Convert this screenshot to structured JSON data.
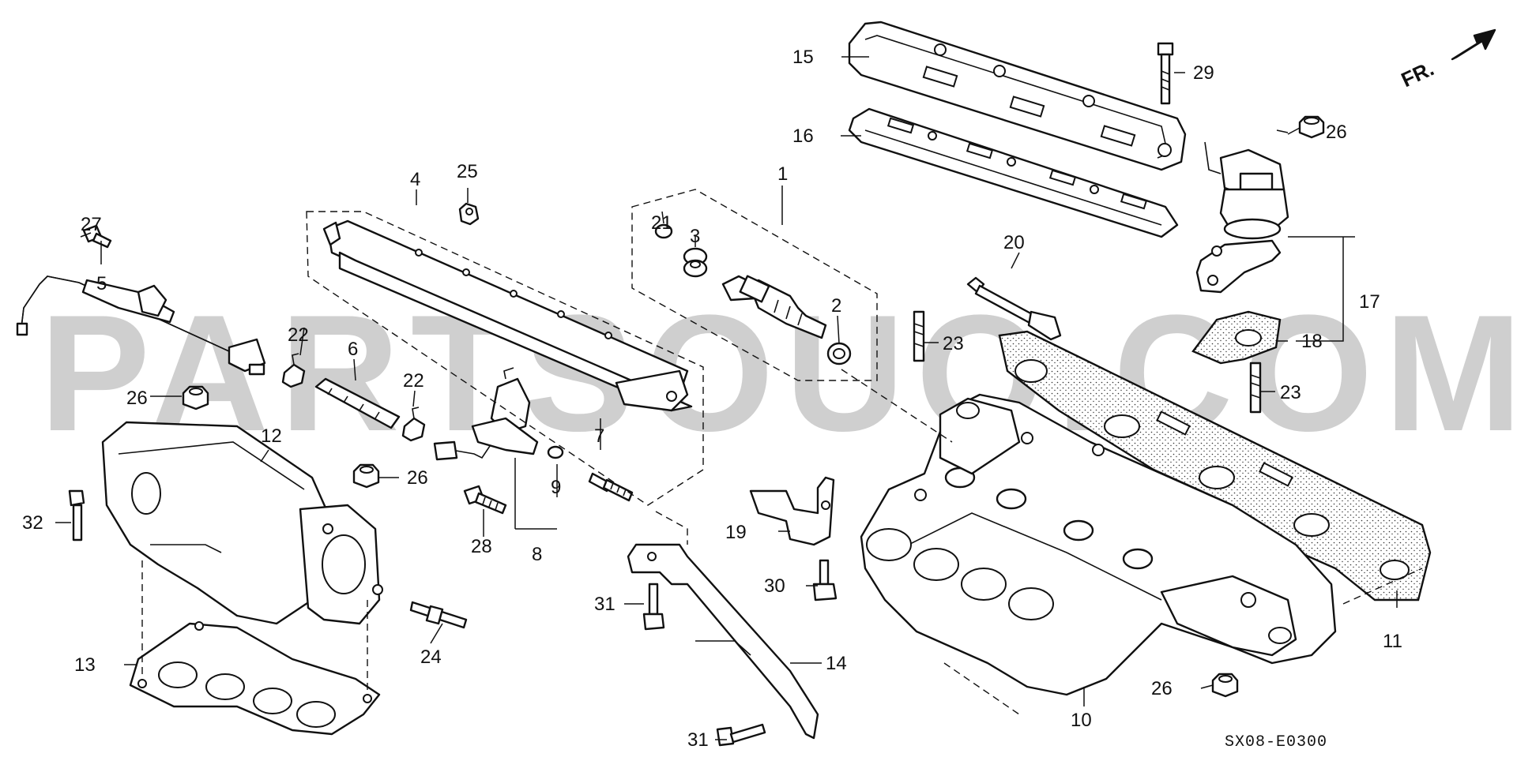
{
  "watermark": "PARTSOUQ.COM",
  "direction_label": "FR.",
  "diagram_code": "SX08-E0300",
  "callouts": [
    {
      "id": "c1",
      "text": "1"
    },
    {
      "id": "c2",
      "text": "2"
    },
    {
      "id": "c3",
      "text": "3"
    },
    {
      "id": "c4",
      "text": "4"
    },
    {
      "id": "c5",
      "text": "5"
    },
    {
      "id": "c6",
      "text": "6"
    },
    {
      "id": "c7",
      "text": "7"
    },
    {
      "id": "c8",
      "text": "8"
    },
    {
      "id": "c9",
      "text": "9"
    },
    {
      "id": "c10",
      "text": "10"
    },
    {
      "id": "c11",
      "text": "11"
    },
    {
      "id": "c12",
      "text": "12"
    },
    {
      "id": "c13",
      "text": "13"
    },
    {
      "id": "c14",
      "text": "14"
    },
    {
      "id": "c15",
      "text": "15"
    },
    {
      "id": "c16",
      "text": "16"
    },
    {
      "id": "c17",
      "text": "17"
    },
    {
      "id": "c18",
      "text": "18"
    },
    {
      "id": "c19",
      "text": "19"
    },
    {
      "id": "c20",
      "text": "20"
    },
    {
      "id": "c21",
      "text": "21"
    },
    {
      "id": "c22a",
      "text": "22"
    },
    {
      "id": "c22b",
      "text": "22"
    },
    {
      "id": "c23a",
      "text": "23"
    },
    {
      "id": "c23b",
      "text": "23"
    },
    {
      "id": "c24",
      "text": "24"
    },
    {
      "id": "c25",
      "text": "25"
    },
    {
      "id": "c26a",
      "text": "26"
    },
    {
      "id": "c26b",
      "text": "26"
    },
    {
      "id": "c26c",
      "text": "26"
    },
    {
      "id": "c26d",
      "text": "26"
    },
    {
      "id": "c27",
      "text": "27"
    },
    {
      "id": "c28",
      "text": "28"
    },
    {
      "id": "c29",
      "text": "29"
    },
    {
      "id": "c30",
      "text": "30"
    },
    {
      "id": "c31a",
      "text": "31"
    },
    {
      "id": "c31b",
      "text": "31"
    },
    {
      "id": "c32",
      "text": "32"
    }
  ]
}
